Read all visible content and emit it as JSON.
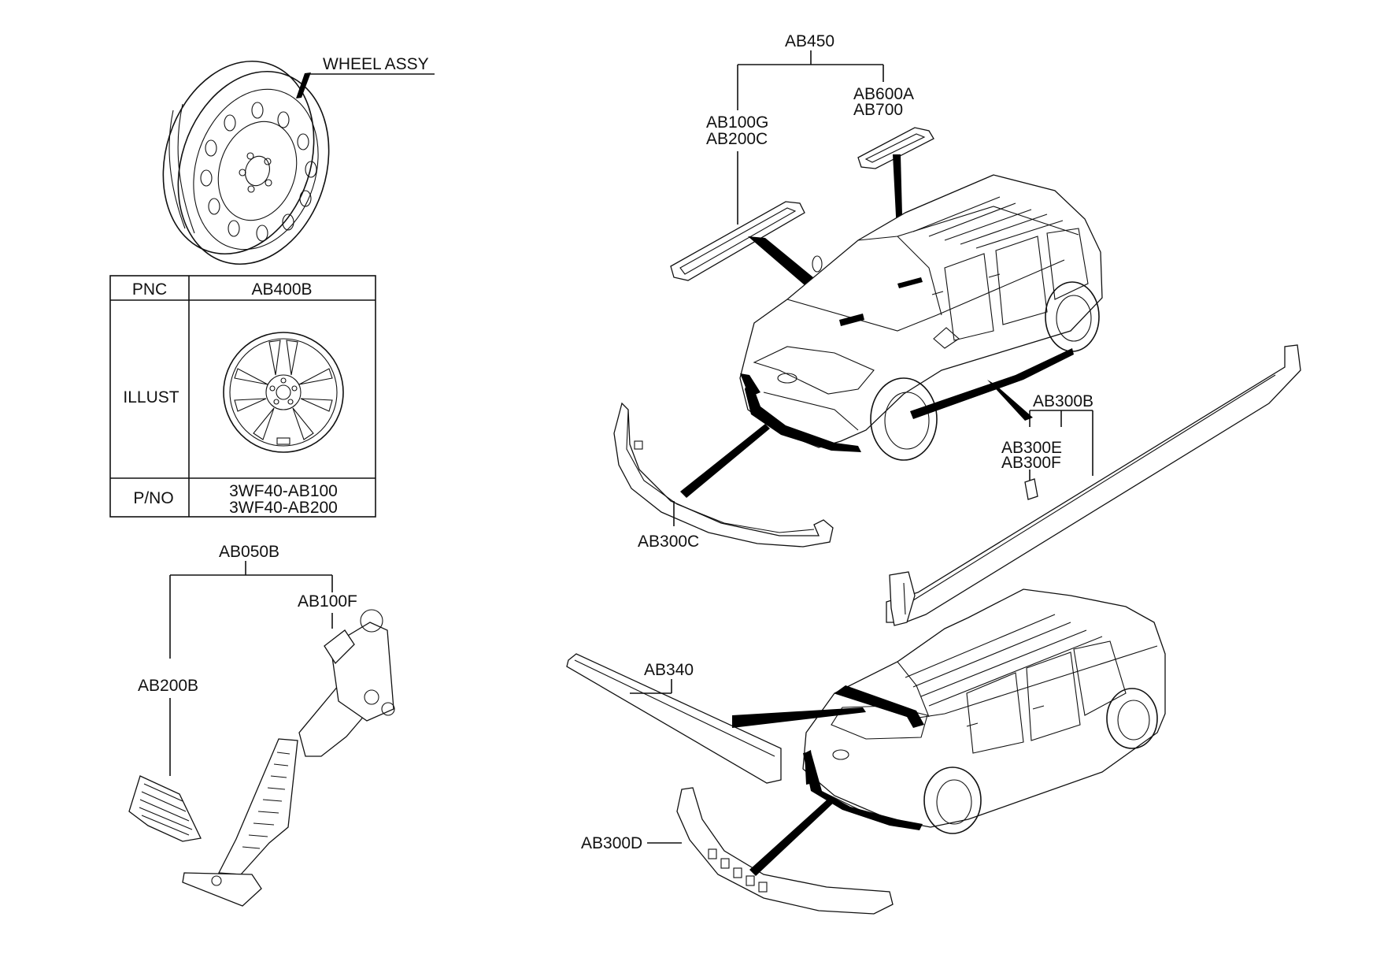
{
  "labels": {
    "wheel_assy": "WHEEL ASSY",
    "ab450": "AB450",
    "ab100g": "AB100G",
    "ab200c": "AB200C",
    "ab600a": "AB600A",
    "ab700": "AB700",
    "ab300b": "AB300B",
    "ab300e": "AB300E",
    "ab300f": "AB300F",
    "ab300c": "AB300C",
    "ab050b": "AB050B",
    "ab100f": "AB100F",
    "ab200b": "AB200B",
    "ab340": "AB340",
    "ab300d": "AB300D"
  },
  "table": {
    "pnc_label": "PNC",
    "pnc_value": "AB400B",
    "illust_label": "ILLUST",
    "pno_label": "P/NO",
    "pno_values": [
      "3WF40-AB100",
      "3WF40-AB200"
    ]
  }
}
